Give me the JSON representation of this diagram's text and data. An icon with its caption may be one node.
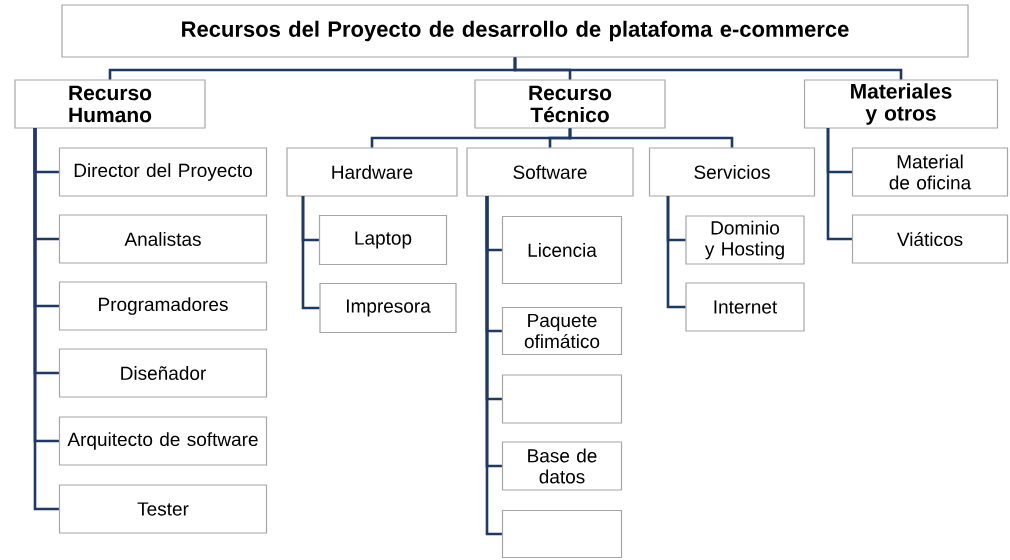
{
  "diagram": {
    "nodes": [
      {
        "text": [
          "Recursos del Proyecto de desarrollo de platafoma e-commerce"
        ]
      },
      {
        "text": [
          "Recurso Humano"
        ]
      },
      {
        "text": [
          "Recurso Técnico"
        ]
      },
      {
        "text": [
          "Materiales y otros"
        ]
      },
      {
        "text": [
          "Director del Proyecto"
        ]
      },
      {
        "text": [
          "Analistas"
        ]
      },
      {
        "text": [
          "Programadores"
        ]
      },
      {
        "text": [
          "Diseñador"
        ]
      },
      {
        "text": [
          "Arquitecto de software"
        ]
      },
      {
        "text": [
          "Tester"
        ]
      },
      {
        "text": [
          "Hardware"
        ]
      },
      {
        "text": [
          "Software"
        ]
      },
      {
        "text": [
          "Servicios"
        ]
      },
      {
        "text": [
          "Laptop"
        ]
      },
      {
        "text": [
          "Impresora"
        ]
      },
      {
        "text": [
          "Licencia"
        ]
      },
      {
        "text": [
          "Paquete ofimático"
        ]
      },
      {
        "text": [],
        "shape": "box"
      },
      {
        "text": [
          "Base de datos"
        ]
      },
      {
        "text": [],
        "shape": "box"
      },
      {
        "text": [
          "Dominio y Hosting"
        ]
      },
      {
        "text": [
          "Internet"
        ]
      },
      {
        "text": [
          "Material de oficina"
        ]
      },
      {
        "text": [
          "Viáticos"
        ]
      }
    ],
    "edges": [
      {
        "from": 0,
        "to": 1,
        "arrow": "none"
      },
      {
        "from": 0,
        "to": 2,
        "arrow": "none"
      },
      {
        "from": 0,
        "to": 3,
        "arrow": "none"
      },
      {
        "from": 1,
        "to": 4,
        "arrow": "none"
      },
      {
        "from": 1,
        "to": 5,
        "arrow": "none"
      },
      {
        "from": 1,
        "to": 6,
        "arrow": "none"
      },
      {
        "from": 1,
        "to": 7,
        "arrow": "none"
      },
      {
        "from": 1,
        "to": 8,
        "arrow": "none"
      },
      {
        "from": 1,
        "to": 9,
        "arrow": "none"
      },
      {
        "from": 2,
        "to": 10,
        "arrow": "none"
      },
      {
        "from": 2,
        "to": 11,
        "arrow": "none"
      },
      {
        "from": 2,
        "to": 12,
        "arrow": "none"
      },
      {
        "from": 10,
        "to": 13,
        "arrow": "none"
      },
      {
        "from": 10,
        "to": 14,
        "arrow": "none"
      },
      {
        "from": 11,
        "to": 15,
        "arrow": "none"
      },
      {
        "from": 11,
        "to": 16,
        "arrow": "none"
      },
      {
        "from": 11,
        "to": 17,
        "arrow": "none"
      },
      {
        "from": 11,
        "to": 18,
        "arrow": "none"
      },
      {
        "from": 11,
        "to": 19,
        "arrow": "none"
      },
      {
        "from": 12,
        "to": 20,
        "arrow": "none"
      },
      {
        "from": 12,
        "to": 21,
        "arrow": "none"
      },
      {
        "from": 3,
        "to": 22,
        "arrow": "none"
      },
      {
        "from": 3,
        "to": 23,
        "arrow": "none"
      }
    ]
  }
}
